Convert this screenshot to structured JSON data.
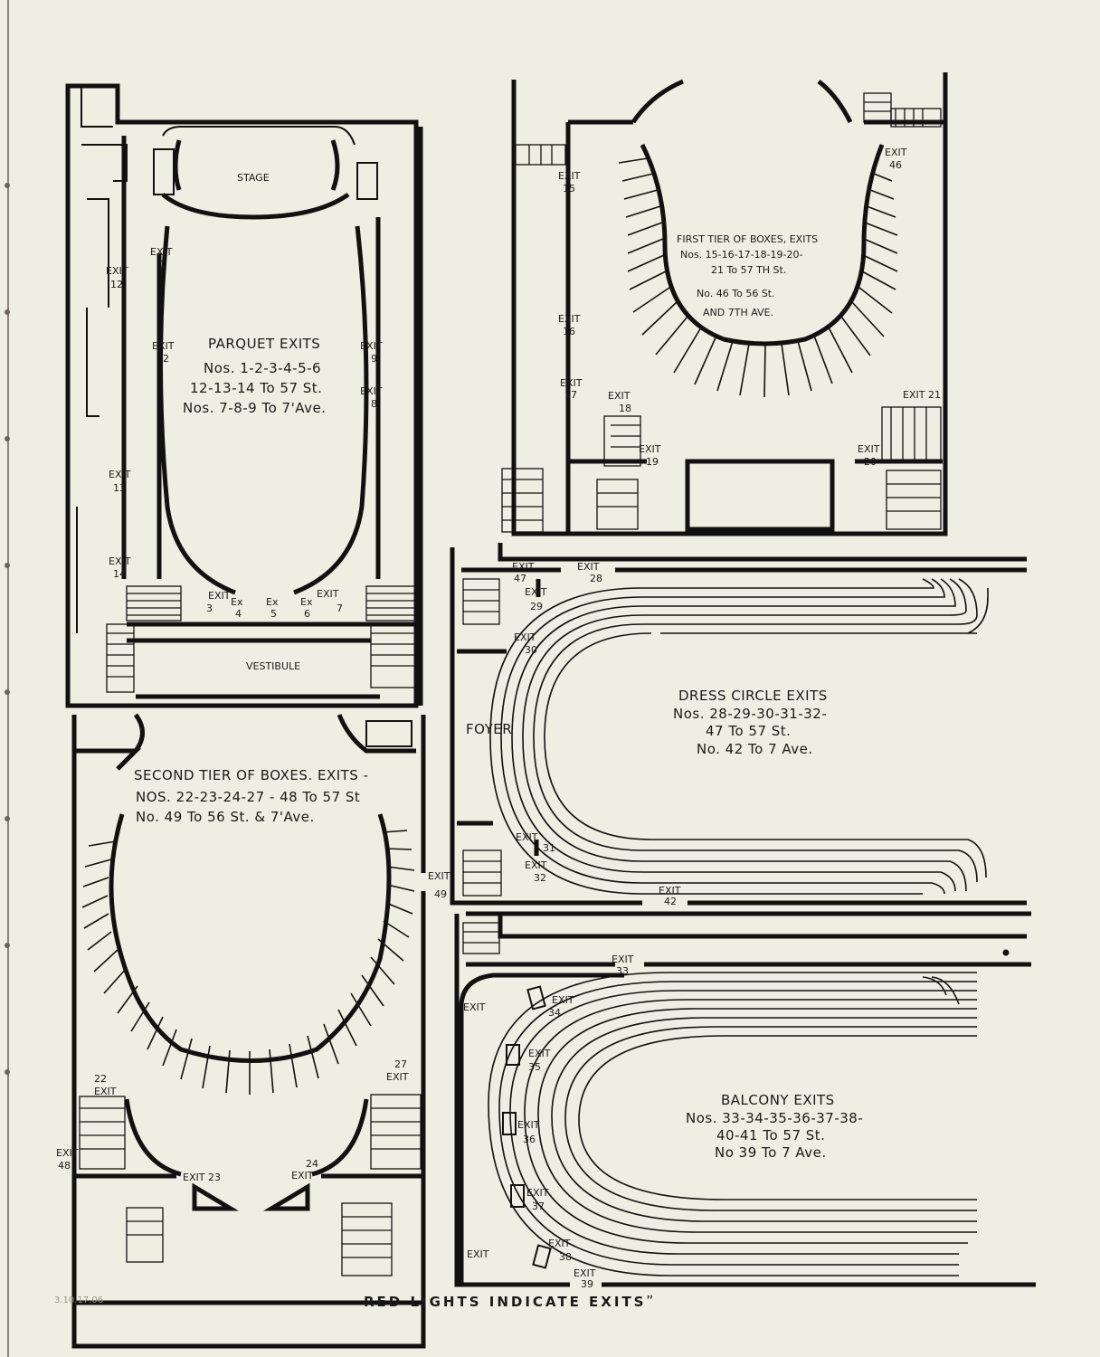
{
  "colors": {
    "paper": "#efeee2",
    "ink": "#111111",
    "binding": "#6b655d"
  },
  "icons": [
    "binding-hole-icon",
    "exit-door-icon",
    "staircase-icon"
  ],
  "footer": {
    "caption": "RED LIGHTS INDICATE EXITSʺ",
    "stamp": "3.10.17.06"
  },
  "parquet": {
    "stage": "STAGE",
    "vestibule": "VESTIBULE",
    "title": "PARQUET EXITS",
    "line1": "Nos. 1-2-3-4-5-6",
    "line2": "12-13-14 To 57 St.",
    "line3": "Nos. 7-8-9 To 7'Ave.",
    "exits": {
      "e1": [
        "EXIT",
        "1"
      ],
      "e2": [
        "EXIT",
        "2"
      ],
      "e9": [
        "EXIT",
        "9"
      ],
      "e8": [
        "EXIT",
        "8"
      ],
      "e12": [
        "EXIT",
        "12"
      ],
      "e13": [
        "EXIT",
        "13"
      ],
      "e14": [
        "EXIT",
        "14"
      ],
      "e3": [
        "EXIT",
        "3"
      ],
      "e4": [
        "Ex",
        "4"
      ],
      "e5": [
        "Ex",
        "5"
      ],
      "e6": [
        "Ex",
        "6"
      ],
      "e7": [
        "EXIT",
        "7"
      ]
    }
  },
  "first_tier": {
    "line1": "FIRST TIER OF BOXES, EXITS",
    "line2": "Nos. 15-16-17-18-19-20-",
    "line3": "21 To 57 TH St.",
    "line4": "No. 46 To 56 St.",
    "line5": "AND 7TH AVE.",
    "exits": {
      "e15": [
        "EXIT",
        "15"
      ],
      "e16": [
        "EXIT",
        "16"
      ],
      "e17": [
        "EXIT",
        "17"
      ],
      "e18": [
        "EXIT",
        "18"
      ],
      "e19": [
        "EXIT",
        "19"
      ],
      "e20": [
        "EXIT",
        "20"
      ],
      "e21": [
        "EXIT 21",
        ""
      ],
      "e46": [
        "EXIT",
        "46"
      ]
    }
  },
  "second_tier": {
    "line1": "SECOND TIER OF BOXES. EXITS -",
    "line2": "NOS. 22-23-24-27 - 48 To 57 St",
    "line3": "No. 49 To 56 St. & 7'Ave.",
    "exits": {
      "e22": [
        "22",
        "EXIT"
      ],
      "e27": [
        "27",
        "EXIT"
      ],
      "e48": [
        "EXIT",
        "48"
      ],
      "e23": [
        "EXIT 23",
        ""
      ],
      "e24": [
        "24",
        "EXIT"
      ],
      "e49": [
        "EXIT",
        "49"
      ]
    }
  },
  "dress_circle": {
    "foyer": "FOYER",
    "line1": "DRESS CIRCLE EXITS",
    "line2": "Nos. 28-29-30-31-32-",
    "line3": "47 To 57 St.",
    "line4": "No. 42 To 7 Ave.",
    "exits": {
      "e47": [
        "EXIT",
        "47"
      ],
      "e28": [
        "EXIT",
        "28"
      ],
      "e29": [
        "EXIT",
        "29"
      ],
      "e30": [
        "EXIT",
        "30"
      ],
      "e31": [
        "EXIT",
        "31"
      ],
      "e32": [
        "EXIT",
        "32"
      ],
      "e42": [
        "EXIT",
        "42"
      ]
    }
  },
  "balcony": {
    "line1": "BALCONY EXITS",
    "line2": "Nos. 33-34-35-36-37-38-",
    "line3": "40-41 To 57 St.",
    "line4": "No 39 To 7 Ave.",
    "exits": {
      "e33": [
        "EXIT",
        "33"
      ],
      "e34": [
        "EXIT",
        "34"
      ],
      "e35": [
        "EXIT",
        "35"
      ],
      "e36": [
        "EXIT",
        "36"
      ],
      "e37": [
        "EXIT",
        "37"
      ],
      "e38": [
        "EXIT",
        "38"
      ],
      "e39": [
        "EXIT",
        "39"
      ],
      "e40": [
        "EXIT",
        ""
      ],
      "e41": [
        "EXIT",
        ""
      ]
    }
  }
}
